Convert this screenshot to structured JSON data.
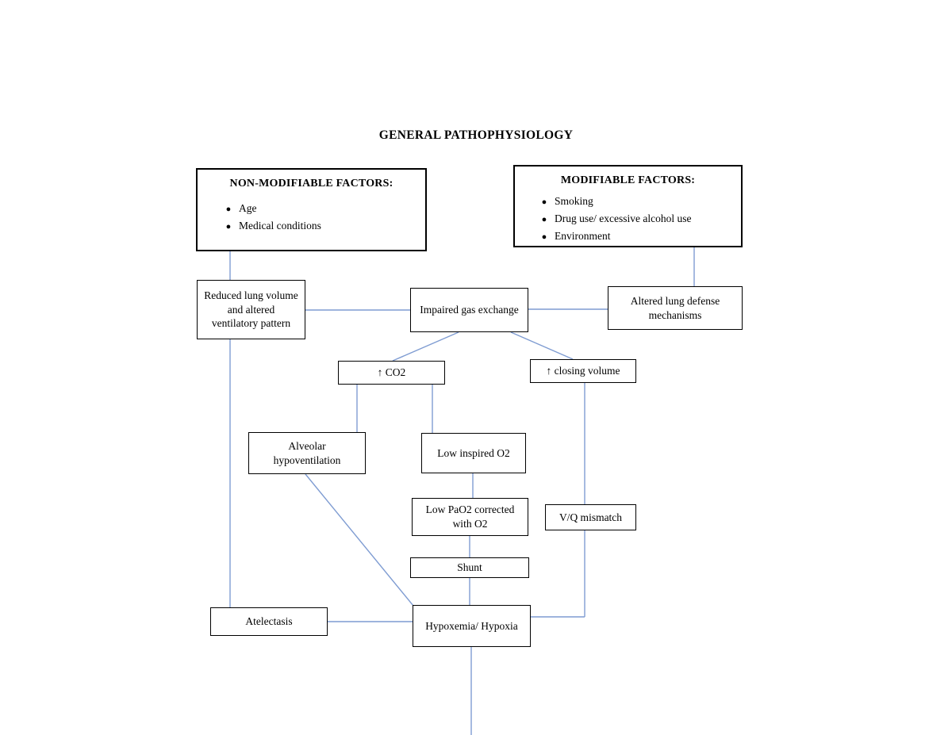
{
  "title": "GENERAL PATHOPHYSIOLOGY",
  "factor_boxes": {
    "non_modifiable": {
      "heading": "NON-MODIFIABLE FACTORS:",
      "items": [
        "Age",
        "Medical conditions"
      ]
    },
    "modifiable": {
      "heading": "MODIFIABLE FACTORS:",
      "items": [
        "Smoking",
        "Drug use/ excessive alcohol use",
        "Environment"
      ]
    }
  },
  "nodes": {
    "reduced_lung_volume": "Reduced lung volume and altered ventilatory pattern",
    "impaired_gas_exchange": "Impaired gas exchange",
    "altered_lung_defense": "Altered lung defense mechanisms",
    "co2": "↑ CO2",
    "closing_volume": "↑ closing volume",
    "alveolar_hypoventilation": "Alveolar hypoventilation",
    "low_inspired_o2": "Low inspired O2",
    "low_pao2_corrected": "Low PaO2 corrected with O2",
    "vq_mismatch": "V/Q mismatch",
    "shunt": "Shunt",
    "atelectasis": "Atelectasis",
    "hypoxemia": "Hypoxemia/ Hypoxia"
  },
  "colors": {
    "connector": "#7f9cd2",
    "box_border": "#000000"
  }
}
